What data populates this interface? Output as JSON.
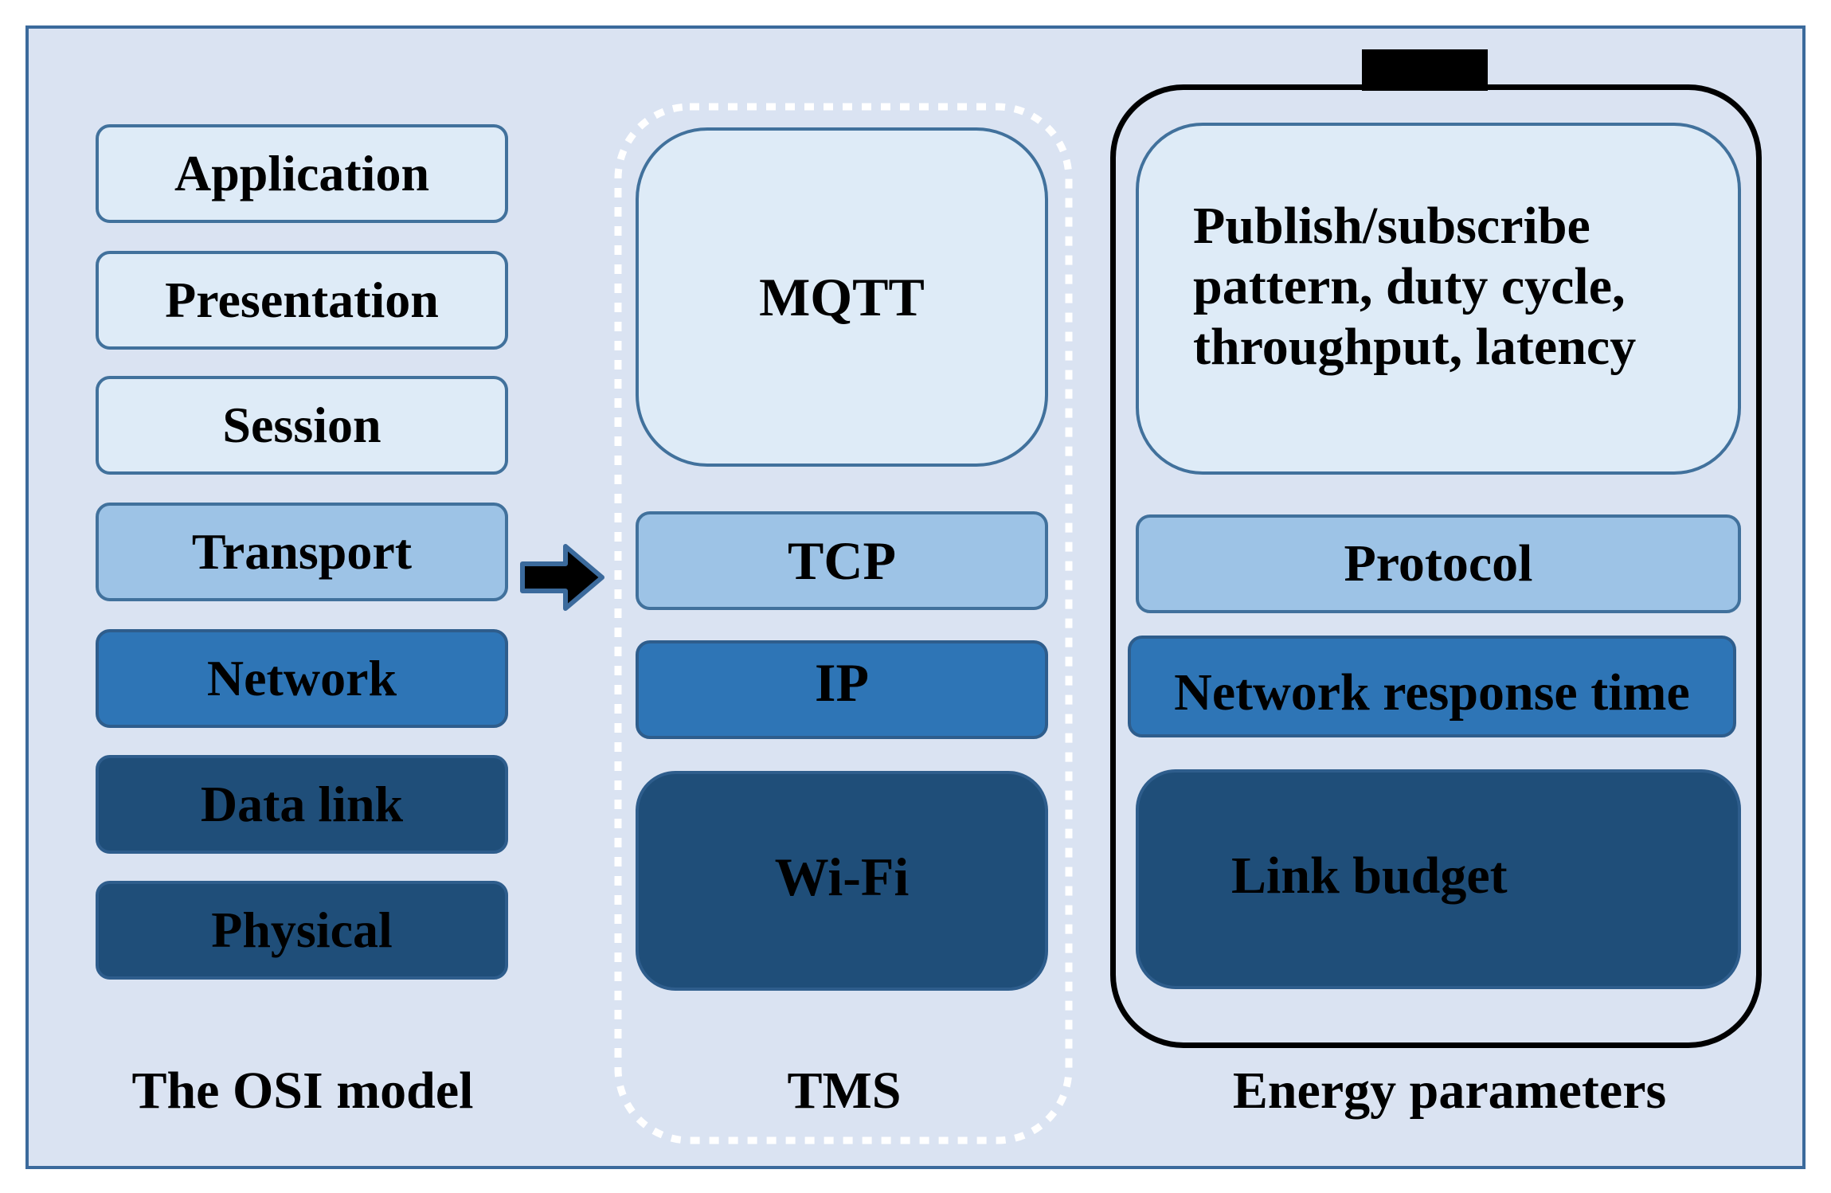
{
  "osi": {
    "layers": [
      "Application",
      "Presentation",
      "Session",
      "Transport",
      "Network",
      "Data link",
      "Physical"
    ],
    "caption": "The OSI model"
  },
  "tms": {
    "layers": [
      "MQTT",
      "TCP",
      "IP",
      "Wi-Fi"
    ],
    "caption": "TMS"
  },
  "energy": {
    "items": [
      "Publish/subscribe pattern, duty cycle, throughput, latency",
      "Protocol",
      "Network response time",
      "Link budget"
    ],
    "caption": "Energy parameters"
  },
  "colors": {
    "background": "#dae3f2",
    "layer_light": "#deebf7",
    "layer_mid": "#9dc3e6",
    "layer_blue": "#2e75b6",
    "layer_dark": "#1f4e79",
    "border": "#41719c"
  },
  "icons": {
    "mapping_arrow": "right-arrow-icon",
    "battery": "battery-icon"
  }
}
